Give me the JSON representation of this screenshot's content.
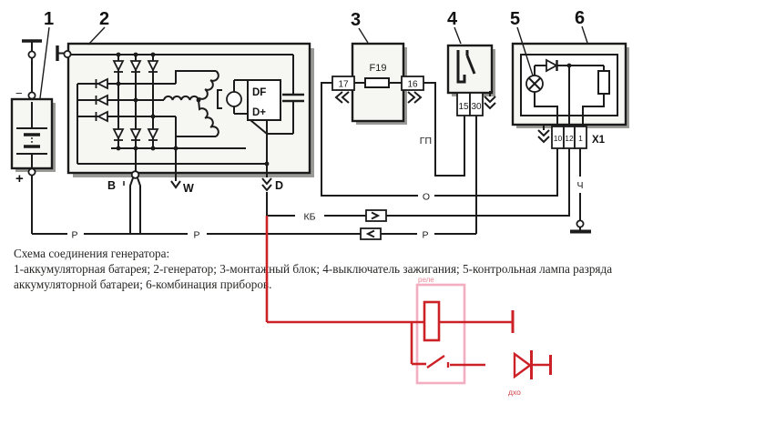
{
  "caption": {
    "title": "Схема соединения генератора:",
    "line2": "1-аккумуляторная батарея; 2-генератор; 3-монтажный блок; 4-выключатель зажигания; 5-контрольная лампа разряда",
    "line3": "аккумуляторной батареи; 6-комбинация приборов."
  },
  "components": {
    "battery_num": "1",
    "generator_num": "2",
    "mounting_block_num": "3",
    "ignition_num": "4",
    "lamp_num": "5",
    "cluster_num": "6"
  },
  "battery": {
    "minus": "−",
    "plus": "+"
  },
  "generator": {
    "regulator_df": "DF",
    "regulator_dplus": "D+",
    "terminal_b": "В",
    "terminal_w": "W",
    "terminal_d": "D"
  },
  "mounting_block": {
    "fuse": "F19",
    "terminal_17": "17",
    "terminal_16": "16"
  },
  "ignition": {
    "terminal_15": "15",
    "terminal_30": "30"
  },
  "cluster": {
    "connector": "X1",
    "terminal_10": "10",
    "terminal_12": "12",
    "terminal_1": "1"
  },
  "wires": {
    "o": "О",
    "kb": "КБ",
    "p": "Р",
    "gp": "ГП",
    "ch": "Ч"
  },
  "red_mod": {
    "relay": "реле",
    "drl": "дхо"
  },
  "colors": {
    "line": "#1b1b1b",
    "red": "#cd2128",
    "pink": "#f3aec2"
  }
}
